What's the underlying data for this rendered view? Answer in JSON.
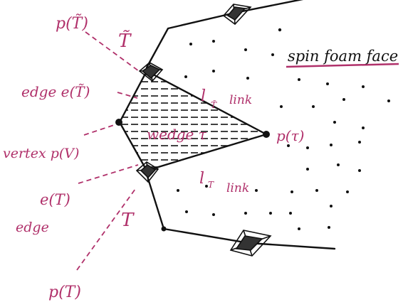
{
  "colors": {
    "ink": "#111111",
    "annotation": "#b0306a"
  },
  "labels": {
    "p_tilde_T_top": "p(T̃)",
    "tilde_T": "T̃",
    "edge_tilde": "edge e(T̃)",
    "vertex": "vertex p(V)",
    "e_T": "e(T)",
    "edge_word": "edge",
    "T": "T",
    "p_T_bottom": "p(T)",
    "wedge": "wedge τ",
    "p_tau": "p(τ)",
    "l_tilde_link": "l",
    "l_tilde_sub": "T̃",
    "link_word_top": "link",
    "l_T": "l",
    "l_T_sub": "T",
    "link_word_bottom": "link",
    "spin_foam_face": "spin foam face"
  }
}
